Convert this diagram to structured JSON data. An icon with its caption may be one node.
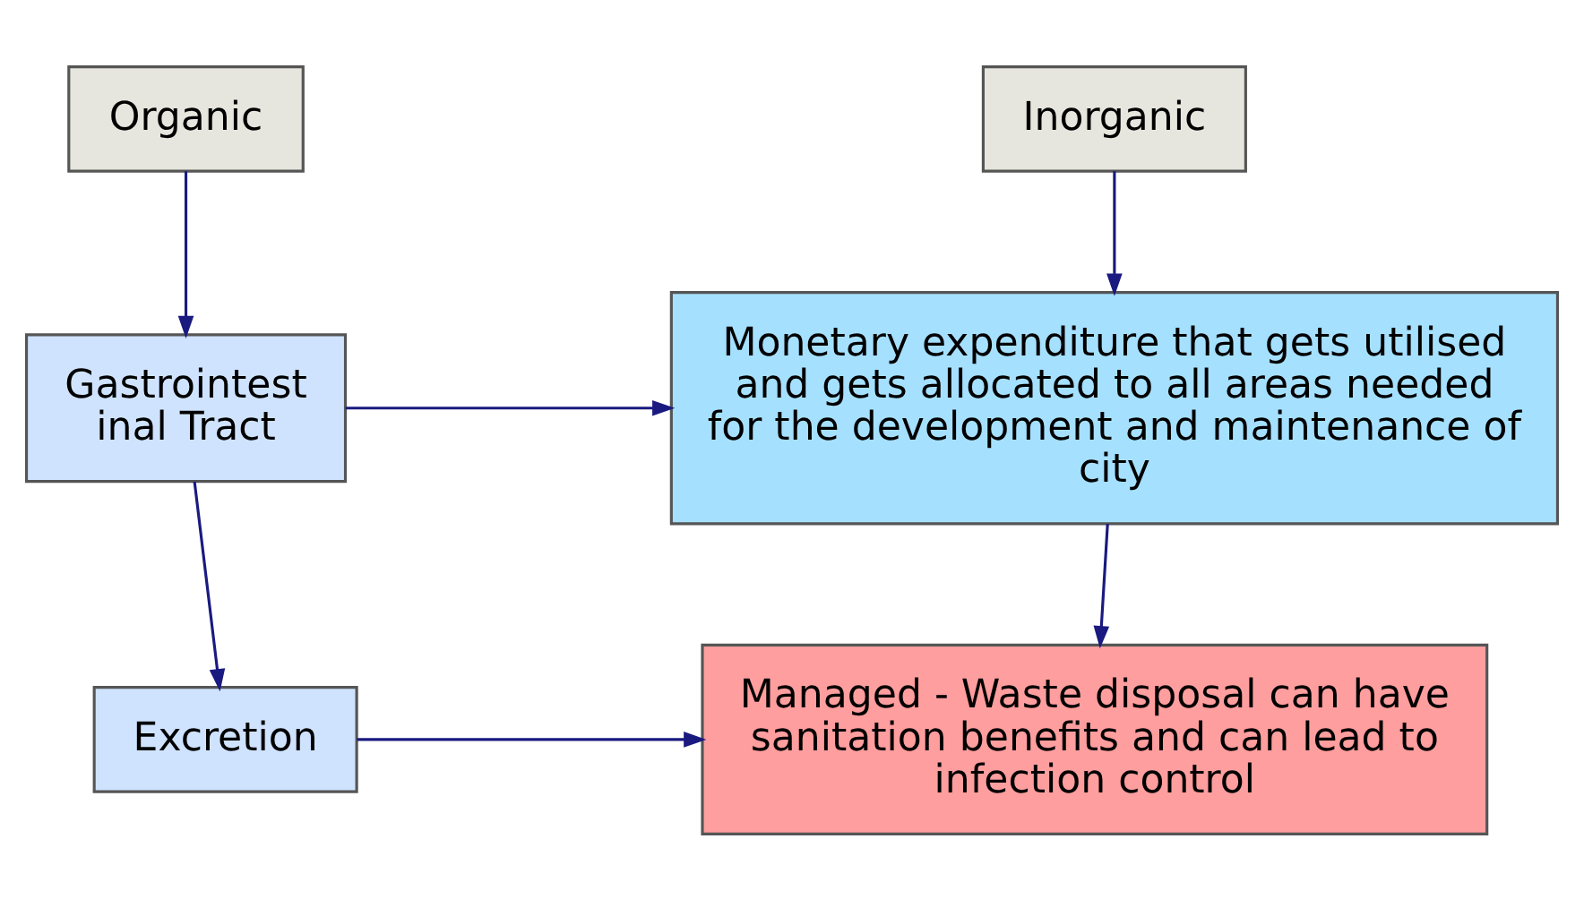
{
  "diagram": {
    "nodes": [
      {
        "text": [
          "Organic"
        ]
      },
      {
        "text": [
          "Inorganic"
        ]
      },
      {
        "text": [
          "Gastrointest inal Tract"
        ]
      },
      {
        "text": [
          "Monetary expenditure that gets utilised and gets allocated to all areas needed for the development and maintenance of city"
        ]
      },
      {
        "text": [
          "Excretion"
        ]
      },
      {
        "text": [
          "Managed - Waste disposal can have sanitation benefits and can lead to infection control"
        ]
      }
    ],
    "edges": [
      {
        "from": 0,
        "to": 2,
        "arrow": "to"
      },
      {
        "from": 1,
        "to": 3,
        "arrow": "to"
      },
      {
        "from": 2,
        "to": 3,
        "arrow": "to"
      },
      {
        "from": 2,
        "to": 4,
        "arrow": "to"
      },
      {
        "from": 3,
        "to": 5,
        "arrow": "to"
      },
      {
        "from": 4,
        "to": 5,
        "arrow": "to"
      }
    ]
  }
}
